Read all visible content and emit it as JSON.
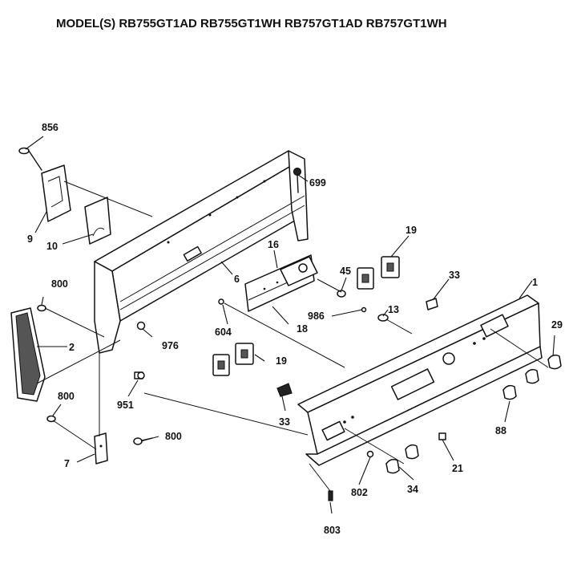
{
  "title": "MODEL(S) RB755GT1AD  RB755GT1WH  RB757GT1AD  RB757GT1WH",
  "labels": {
    "p856": "856",
    "p699": "699",
    "p9": "9",
    "p10": "10",
    "p6": "6",
    "p16": "16",
    "p19a": "19",
    "p45": "45",
    "p33a": "33",
    "p1": "1",
    "p800a": "800",
    "p2": "2",
    "p604": "604",
    "p18": "18",
    "p986": "986",
    "p13": "13",
    "p976": "976",
    "p19b": "19",
    "p29": "29",
    "p951": "951",
    "p800b": "800",
    "p33b": "33",
    "p88": "88",
    "p800c": "800",
    "p7": "7",
    "p21": "21",
    "p802": "802",
    "p34": "34",
    "p803": "803"
  }
}
